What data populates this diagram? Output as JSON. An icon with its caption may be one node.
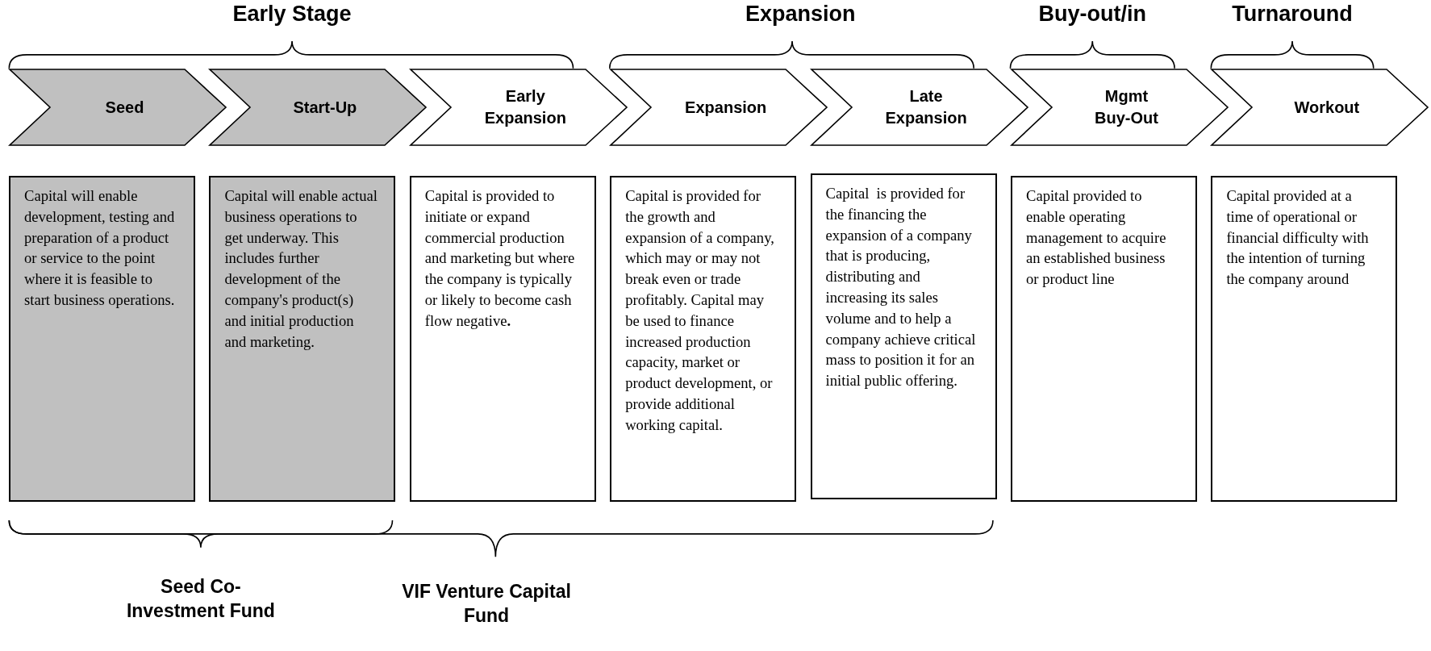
{
  "diagram": {
    "nodes": [
      {
        "text": [
          "Seed"
        ]
      },
      {
        "text": [
          "Start-Up"
        ]
      },
      {
        "text": [
          "Early Expansion"
        ]
      },
      {
        "text": [
          "Expansion"
        ]
      },
      {
        "text": [
          "Late Expansion"
        ]
      },
      {
        "text": [
          "Mgmt Buy-Out"
        ]
      },
      {
        "text": [
          "Workout"
        ]
      },
      {
        "text": [
          "Capital will enable development, testing and preparation of a product or service to the point where it is feasible to start business operations."
        ]
      },
      {
        "text": [
          "Capital will enable actual business operations to get underway. This includes further development of the company's product(s) and initial production and marketing."
        ]
      },
      {
        "text": [
          "Capital is provided to initiate or expand commercial production and marketing but where the company is typically or likely to become cash flow negative**.**"
        ]
      },
      {
        "text": [
          "Capital is provided for the growth and expansion of a company, which may or may not break even or trade profitably. Capital may be used to finance increased production capacity, market or product development, or provide additional working capital."
        ]
      },
      {
        "text": [
          "Capital  is provided for the financing the expansion of a company that is producing, distributing and increasing its sales volume and to help a company achieve critical mass to position it for an initial public offering."
        ]
      },
      {
        "text": [
          "Capital provided to enable operating management to acquire an established business or product line"
        ]
      },
      {
        "text": [
          "Capital provided at a time of operational or financial difficulty with the intention of turning the company around"
        ]
      }
    ],
    "labels": [
      "Early Stage",
      "Expansion",
      "Buy-out/in",
      "Turnaround",
      "Seed Co-Investment Fund",
      "VIF Venture Capital Fund"
    ]
  }
}
